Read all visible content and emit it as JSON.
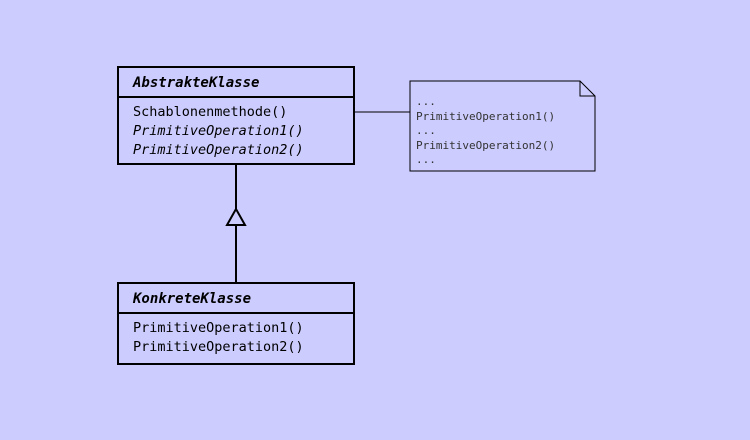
{
  "abstract_class": {
    "name": "AbstrakteKlasse",
    "operations": [
      {
        "label": "Schablonenmethode()",
        "abstract": false
      },
      {
        "label": "PrimitiveOperation1()",
        "abstract": true
      },
      {
        "label": "PrimitiveOperation2()",
        "abstract": true
      }
    ]
  },
  "concrete_class": {
    "name": "KonkreteKlasse",
    "operations": [
      {
        "label": "PrimitiveOperation1()",
        "abstract": false
      },
      {
        "label": "PrimitiveOperation2()",
        "abstract": false
      }
    ]
  },
  "note": {
    "lines": [
      "...",
      "PrimitiveOperation1()",
      "...",
      "PrimitiveOperation2()",
      "..."
    ]
  },
  "colors": {
    "background": "#ccccff",
    "stroke": "#000000",
    "note_text": "#333333"
  }
}
